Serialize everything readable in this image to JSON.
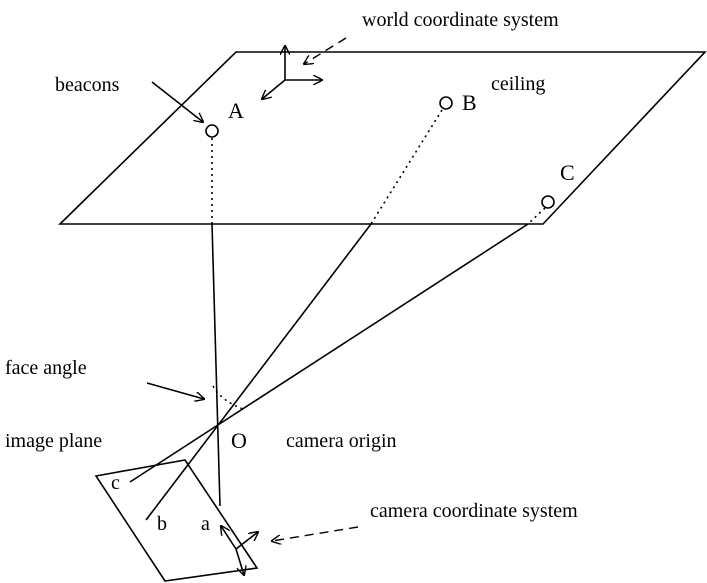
{
  "labels": {
    "world_coordinate_system": "world coordinate system",
    "beacons": "beacons",
    "ceiling": "ceiling",
    "face_angle": "face angle",
    "image_plane": "image plane",
    "camera_origin": "camera origin",
    "camera_coordinate_system": "camera coordinate system",
    "origin": "O"
  },
  "beacons": {
    "a": "A",
    "b": "B",
    "c": "C"
  },
  "image_points": {
    "a": "a",
    "b": "b",
    "c": "c"
  }
}
